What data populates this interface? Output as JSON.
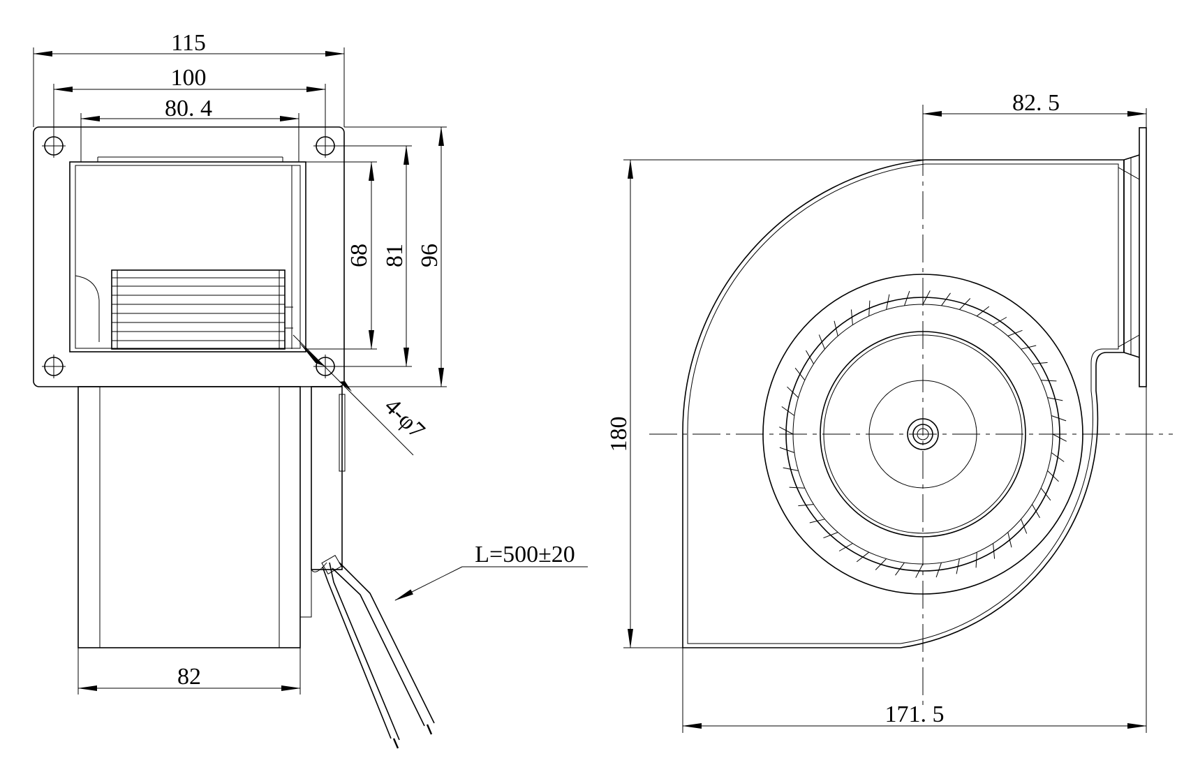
{
  "side_view": {
    "dim_width_115": "115",
    "dim_width_100": "100",
    "dim_width_80_4": "80. 4",
    "dim_height_68": "68",
    "dim_height_81": "81",
    "dim_height_96": "96",
    "dim_hole": "4-φ7",
    "dim_bottom_82": "82",
    "dim_cable": "L=500±20"
  },
  "front_view": {
    "dim_outlet_82_5": "82. 5",
    "dim_height_180": "180",
    "dim_width_171_5": "171. 5"
  }
}
